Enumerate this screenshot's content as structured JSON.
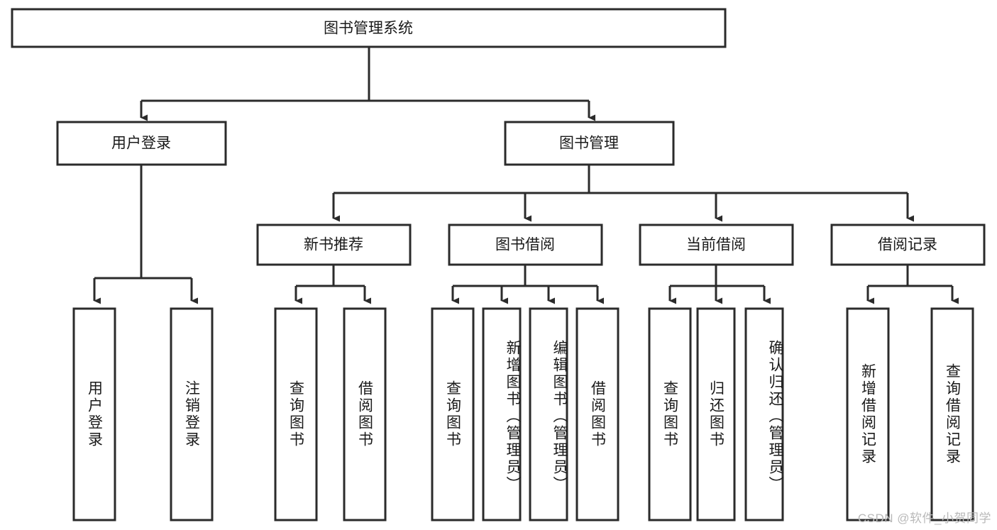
{
  "diagram": {
    "title": "图书管理系统",
    "type": "tree-hierarchy-diagram",
    "colors": {
      "background": "#ffffff",
      "box_fill": "#ffffff",
      "box_stroke": "#2b2b2b",
      "text": "#1a1a1a",
      "watermark": "#b9b9b9"
    },
    "root": {
      "label": "图书管理系统"
    },
    "level2": [
      {
        "label": "用户登录"
      },
      {
        "label": "图书管理"
      }
    ],
    "level3": [
      {
        "label": "新书推荐"
      },
      {
        "label": "图书借阅"
      },
      {
        "label": "当前借阅"
      },
      {
        "label": "借阅记录"
      }
    ],
    "leaves": {
      "user_login": [
        {
          "label": "用户登录"
        },
        {
          "label": "注销登录"
        }
      ],
      "new_book_recommend": [
        {
          "label": "查询图书"
        },
        {
          "label": "借阅图书"
        }
      ],
      "book_borrow": [
        {
          "label": "查询图书"
        },
        {
          "label": "新增图书（管理员）"
        },
        {
          "label": "编辑图书（管理员）"
        },
        {
          "label": "借阅图书"
        }
      ],
      "current_borrow": [
        {
          "label": "查询图书"
        },
        {
          "label": "归还图书"
        },
        {
          "label": "确认归还（管理员）"
        }
      ],
      "borrow_records": [
        {
          "label": "新增借阅记录"
        },
        {
          "label": "查询借阅记录"
        }
      ]
    }
  },
  "watermark": {
    "text": "CSDN @软件_小贺同学"
  }
}
